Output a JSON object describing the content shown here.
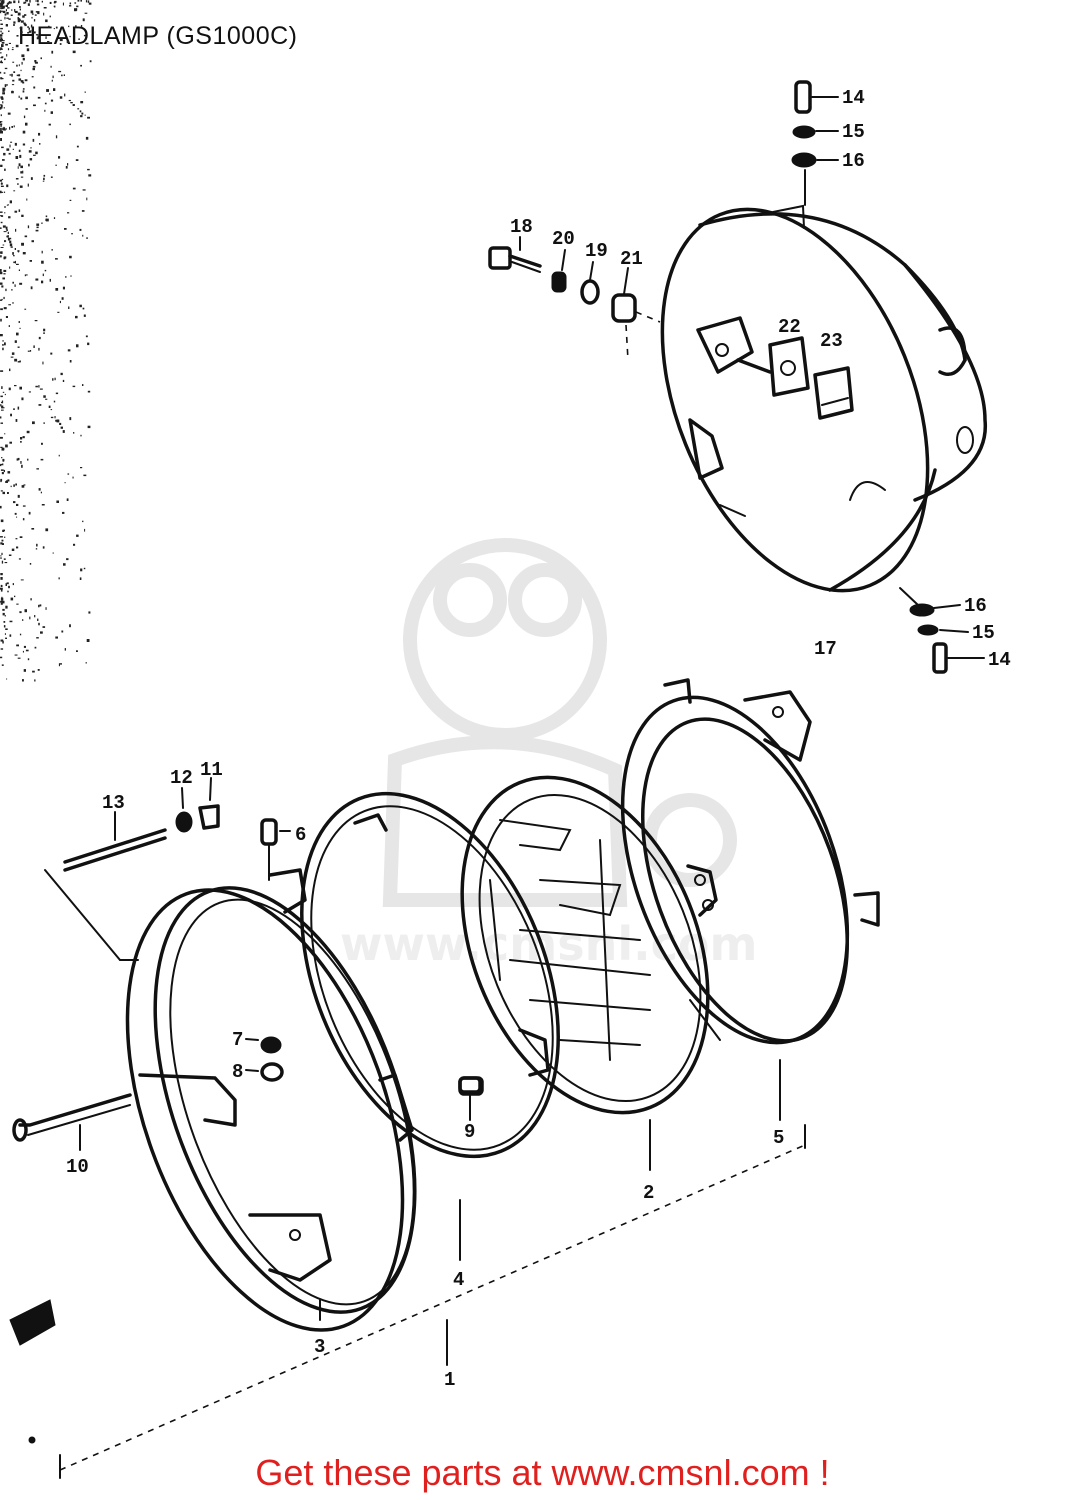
{
  "title": "HEADLAMP (GS1000C)",
  "footer": {
    "prefix": "Get these parts at ",
    "link": "www.cmsnl.com",
    "suffix": " !"
  },
  "watermark": {
    "text": "www.cmsnl.com"
  },
  "callouts": {
    "c1": "1",
    "c2": "2",
    "c3": "3",
    "c4": "4",
    "c5": "5",
    "c6": "6",
    "c7": "7",
    "c8": "8",
    "c9": "9",
    "c10": "10",
    "c11": "11",
    "c12": "12",
    "c13": "13",
    "c14a": "14",
    "c15a": "15",
    "c16a": "16",
    "c14b": "14",
    "c15b": "15",
    "c16b": "16",
    "c17": "17",
    "c18": "18",
    "c19": "19",
    "c20": "20",
    "c21": "21",
    "c22": "22",
    "c23": "23"
  },
  "colors": {
    "footer_text": "#e0201e",
    "line_art": "#111111",
    "watermark": "#e6e6e6"
  }
}
